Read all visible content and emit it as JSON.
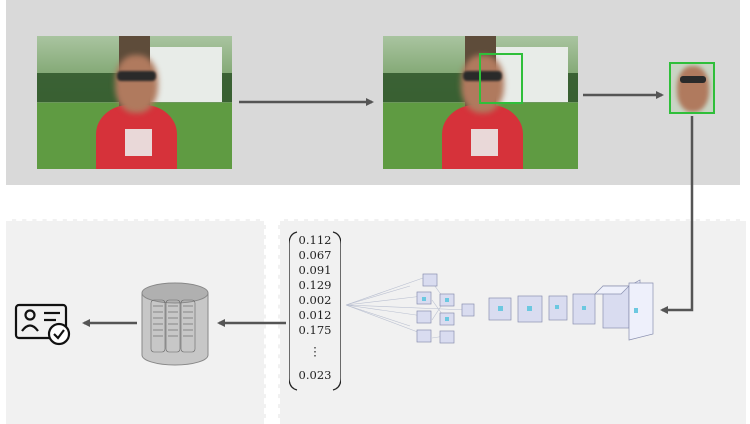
{
  "embedding": {
    "values": [
      "0.112",
      "0.067",
      "0.091",
      "0.129",
      "0.002",
      "0.012",
      "0.175"
    ],
    "ellipsis": "⋮",
    "last_value": "0.023"
  },
  "colors": {
    "top_panel": "#d9d9d9",
    "bottom_panels": "#f1f1f1",
    "detection_box": "#2fbf3a",
    "arrow": "#555555"
  },
  "icons": [
    "database-icon",
    "id-card-verified-icon",
    "neural-network-icon"
  ]
}
